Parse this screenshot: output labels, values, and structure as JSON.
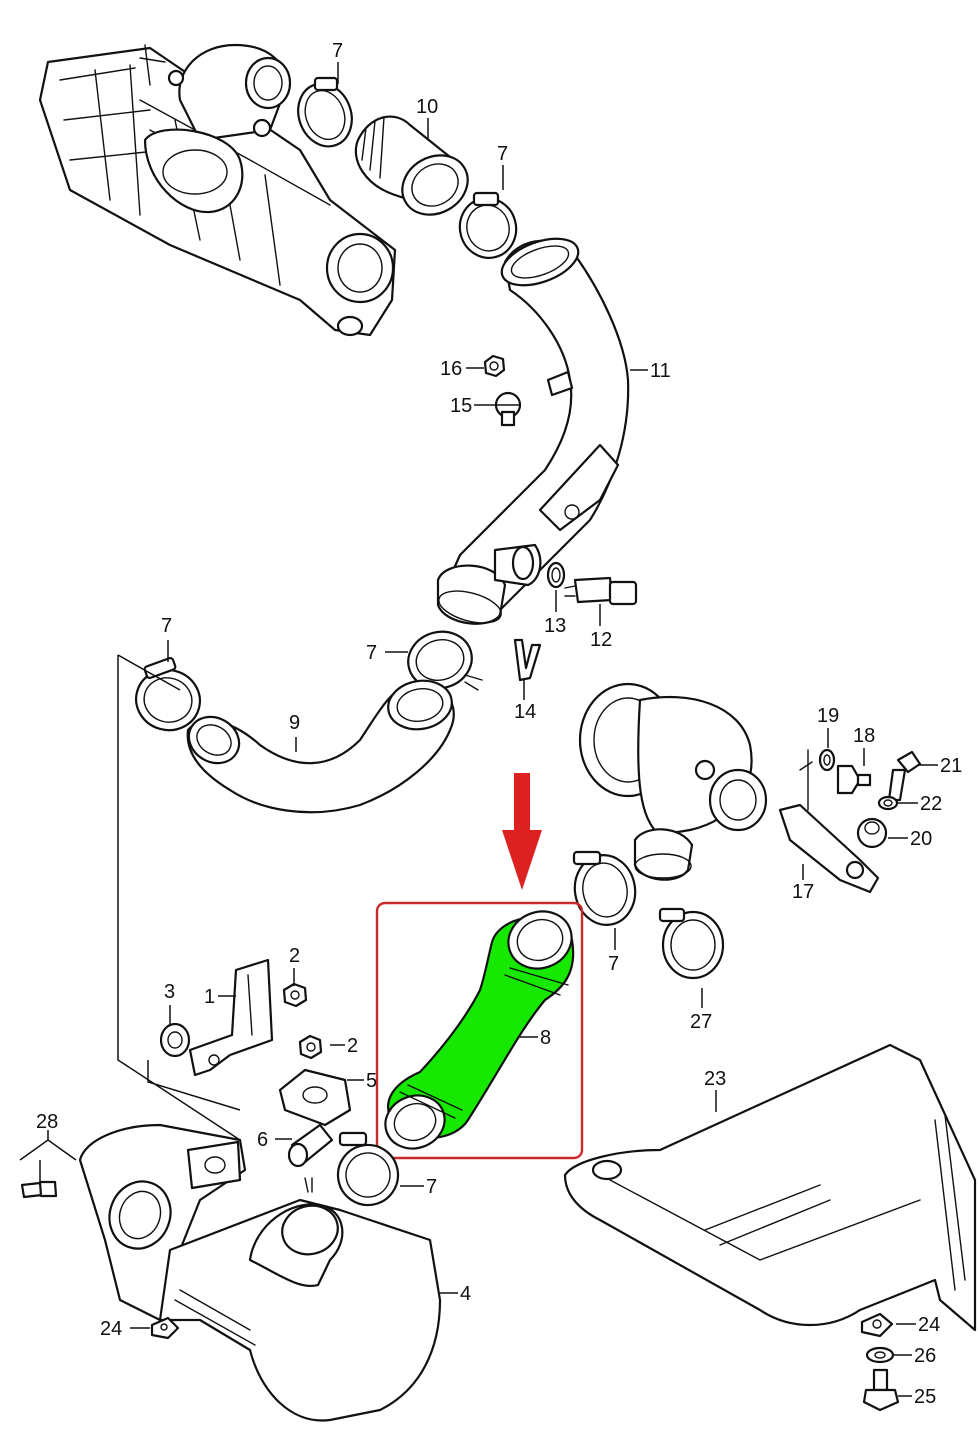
{
  "colors": {
    "highlight_fill": "#16e800",
    "highlight_box": "#cc2a2a",
    "arrow": "#dd2020",
    "line": "#111111"
  },
  "highlighted_part": "8",
  "labels": {
    "p1": "1",
    "p2a": "2",
    "p2b": "2",
    "p3": "3",
    "p4": "4",
    "p5": "5",
    "p6": "6",
    "p7a": "7",
    "p7b": "7",
    "p7c": "7",
    "p7d": "7",
    "p7e": "7",
    "p7f": "7",
    "p8": "8",
    "p9": "9",
    "p10": "10",
    "p11": "11",
    "p12": "12",
    "p13": "13",
    "p14": "14",
    "p15": "15",
    "p16": "16",
    "p17": "17",
    "p18": "18",
    "p19": "19",
    "p20": "20",
    "p21": "21",
    "p22": "22",
    "p23": "23",
    "p24a": "24",
    "p24b": "24",
    "p25": "25",
    "p26": "26",
    "p27": "27",
    "p28": "28"
  }
}
